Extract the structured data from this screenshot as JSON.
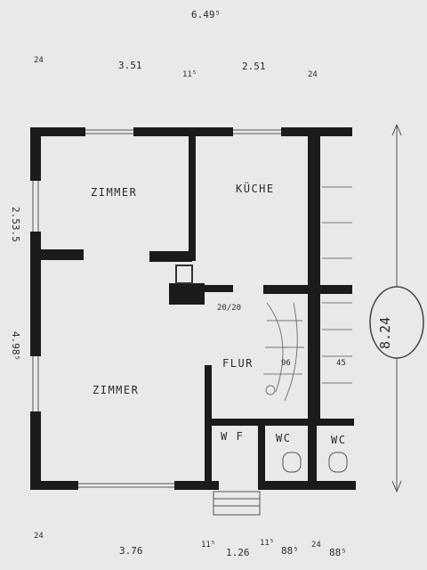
{
  "dimensions": {
    "top_total": "6.49⁵",
    "top_left_wall": "24",
    "top_room_left": "3.51",
    "top_mid_wall": "11⁵",
    "top_room_right": "2.51",
    "top_right_wall": "24",
    "left_upper": "2.53.5",
    "left_lower": "4.98⁵",
    "right_total": "8.24",
    "bottom_left_wall": "24",
    "bottom_room": "3.76",
    "bottom_a": "11⁵",
    "bottom_b": "1.26",
    "bottom_c": "11⁵",
    "bottom_d": "88⁵",
    "bottom_e": "24",
    "bottom_f": "88⁵"
  },
  "rooms": {
    "zimmer_upper": "ZIMMER",
    "kueche": "KÜCHE",
    "zimmer_lower": "ZIMMER",
    "flur": "FLUR",
    "wf": "W F",
    "wc1": "WC",
    "wc2": "WC"
  },
  "annotations": {
    "door_size": "20/20",
    "stair_a": "96",
    "stair_b": "45"
  }
}
